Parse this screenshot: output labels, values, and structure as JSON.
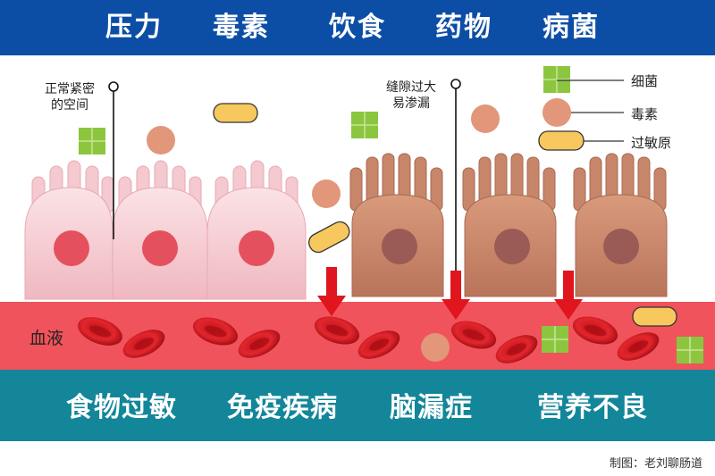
{
  "top_categories": [
    "压力",
    "毒素",
    "饮食",
    "药物",
    "病菌"
  ],
  "callouts": {
    "tight": [
      "正常紧密",
      "的空间"
    ],
    "gap": [
      "缝隙过大",
      "易渗漏"
    ]
  },
  "legend": {
    "bacteria": "细菌",
    "toxin": "毒素",
    "allergen": "过敏原"
  },
  "blood_label": "血液",
  "bottom_outcomes": [
    "食物过敏",
    "免疫疾病",
    "脑漏症",
    "营养不良"
  ],
  "credit": "制图：老刘聊肠道",
  "colors": {
    "top_bar": "#0c4ea6",
    "bottom_bar": "#13869a",
    "blood": "#f0535b",
    "healthy_cell": "#f4c9cf",
    "leaky_cell": "#c7856a",
    "arrow": "#e0151d",
    "bacteria": "#8cc63f",
    "toxin": "#e2967a",
    "allergen": "#f7c85d"
  },
  "icons": [
    "red-blood-cell-icon",
    "leak-arrow-icon",
    "bacteria-icon",
    "toxin-icon",
    "allergen-icon"
  ]
}
